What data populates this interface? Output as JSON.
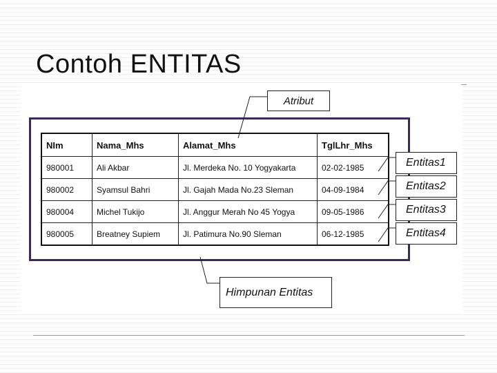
{
  "slide": {
    "title": "Contoh ENTITAS"
  },
  "table": {
    "headers": [
      "NIm",
      "Nama_Mhs",
      "Alamat_Mhs",
      "TglLhr_Mhs"
    ],
    "rows": [
      [
        "980001",
        "Ali Akbar",
        "Jl. Merdeka No. 10 Yogyakarta",
        "02-02-1985"
      ],
      [
        "980002",
        "Syamsul Bahri",
        "Jl. Gajah Mada No.23 Sleman",
        "04-09-1984"
      ],
      [
        "980004",
        "Michel Tukijo",
        "Jl. Anggur Merah  No 45 Yogya",
        "09-05-1986"
      ],
      [
        "980005",
        "Breatney Supiem",
        "Jl. Patimura No.90 Sleman",
        "06-12-1985"
      ]
    ]
  },
  "labels": {
    "atribut": "Atribut",
    "himpunan": "Himpunan Entitas",
    "entitas": [
      "Entitas1",
      "Entitas2",
      "Entitas3",
      "Entitas4"
    ]
  },
  "colors": {
    "frame": "#3a2a5a",
    "rule": "#c8806a"
  }
}
